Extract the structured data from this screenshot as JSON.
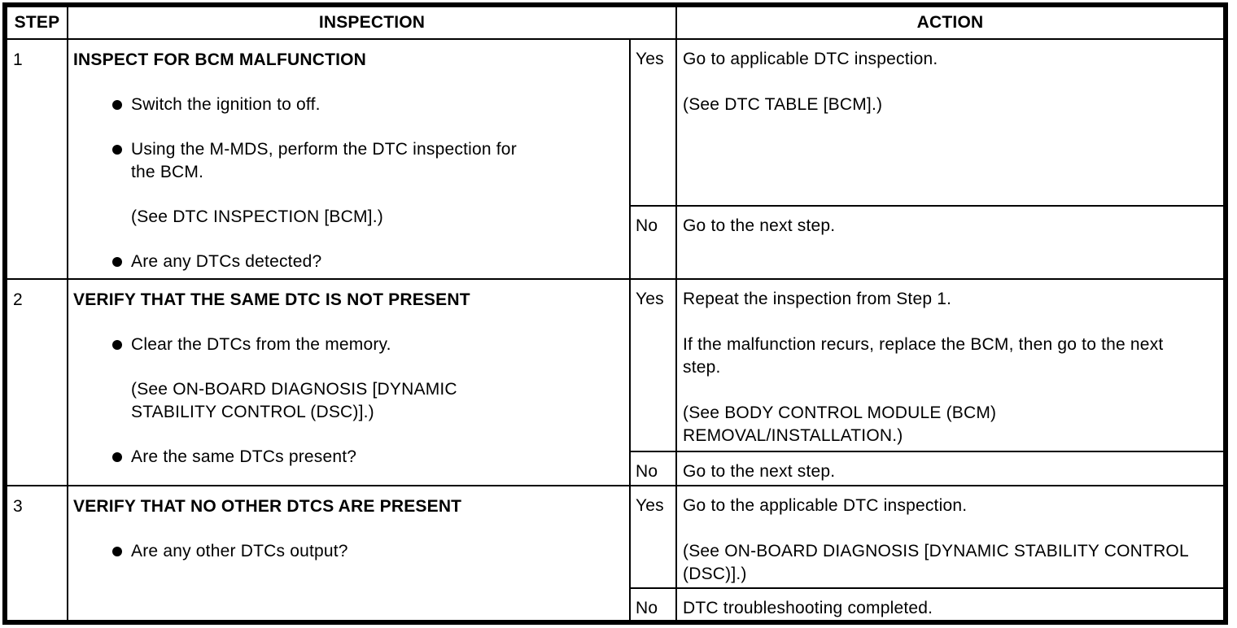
{
  "header": {
    "step": "STEP",
    "inspection": "INSPECTION",
    "action": "ACTION"
  },
  "colors": {
    "ink": "#000000",
    "paper": "#ffffff"
  },
  "steps": [
    {
      "number": "1",
      "title": "INSPECT FOR BCM MALFUNCTION",
      "items": [
        {
          "type": "bullet",
          "text": "Switch the ignition to off."
        },
        {
          "type": "bullet",
          "text": "Using the M-MDS, perform the DTC inspection for the BCM."
        },
        {
          "type": "note",
          "text": "(See DTC INSPECTION [BCM].)"
        },
        {
          "type": "bullet",
          "text": "Are any DTCs detected?"
        }
      ],
      "yes_label": "Yes",
      "yes_lines": [
        "Go to applicable DTC inspection.",
        "(See DTC TABLE [BCM].)"
      ],
      "no_label": "No",
      "no_lines": [
        "Go to the next step."
      ]
    },
    {
      "number": "2",
      "title": "VERIFY THAT THE SAME DTC IS NOT PRESENT",
      "items": [
        {
          "type": "bullet",
          "text": "Clear the DTCs from the memory."
        },
        {
          "type": "note",
          "text": "(See ON-BOARD DIAGNOSIS [DYNAMIC STABILITY CONTROL (DSC)].)"
        },
        {
          "type": "bullet",
          "text": "Are the same DTCs present?"
        }
      ],
      "yes_label": "Yes",
      "yes_lines": [
        "Repeat the inspection from Step 1.",
        "If the malfunction recurs, replace the BCM, then go to the next step.",
        "(See BODY CONTROL MODULE (BCM) REMOVAL/INSTALLATION.)"
      ],
      "no_label": "No",
      "no_lines": [
        "Go to the next step."
      ]
    },
    {
      "number": "3",
      "title": "VERIFY THAT NO OTHER DTCS ARE PRESENT",
      "items": [
        {
          "type": "bullet",
          "text": "Are any other DTCs output?"
        }
      ],
      "yes_label": "Yes",
      "yes_lines": [
        "Go to the applicable DTC inspection.",
        "(See ON-BOARD DIAGNOSIS [DYNAMIC STABILITY CONTROL (DSC)].)"
      ],
      "no_label": "No",
      "no_lines": [
        "DTC troubleshooting completed."
      ]
    }
  ]
}
